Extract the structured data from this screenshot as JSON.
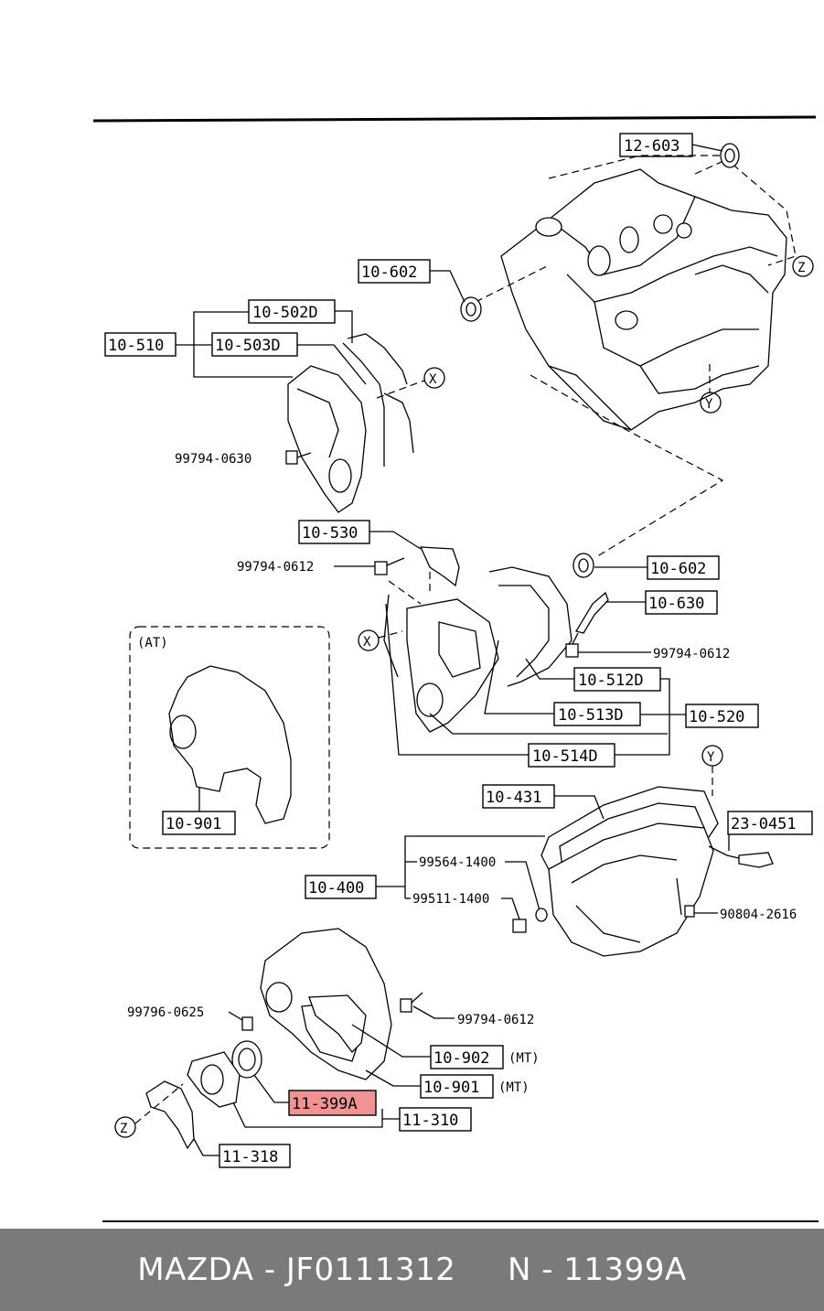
{
  "labels": {
    "l12_603": "12-603",
    "l10_602a": "10-602",
    "l10_502D": "10-502D",
    "l10_510": "10-510",
    "l10_503D": "10-503D",
    "b99794_0630": "99794-0630",
    "l10_530": "10-530",
    "b99794_0612a": "99794-0612",
    "l10_602b": "10-602",
    "l10_630": "10-630",
    "b99794_0612b": "99794-0612",
    "l10_512D": "10-512D",
    "l10_513D": "10-513D",
    "l10_520": "10-520",
    "l10_514D": "10-514D",
    "at_group": "(AT)",
    "l10_901a": "10-901",
    "l10_431": "10-431",
    "l23_0451": "23-0451",
    "b99564_1400": "99564-1400",
    "l10_400": "10-400",
    "b99511_1400": "99511-1400",
    "b90804_2616": "90804-2616",
    "b99796_0625": "99796-0625",
    "b99794_0612c": "99794-0612",
    "l10_902": "10-902",
    "mt1": "(MT)",
    "l10_901b": "10-901",
    "mt2": "(MT)",
    "l11_399A": "11-399A",
    "l11_310": "11-310",
    "l11_318": "11-318"
  },
  "markers": {
    "z1": "Z",
    "z2": "Z",
    "x1": "X",
    "x2": "X",
    "y1": "Y",
    "y2": "Y"
  },
  "highlight_color": "#f08080",
  "footer": {
    "brand": "MAZDA",
    "part_number": "JF0111312",
    "ref_code": "N - 11399A"
  }
}
